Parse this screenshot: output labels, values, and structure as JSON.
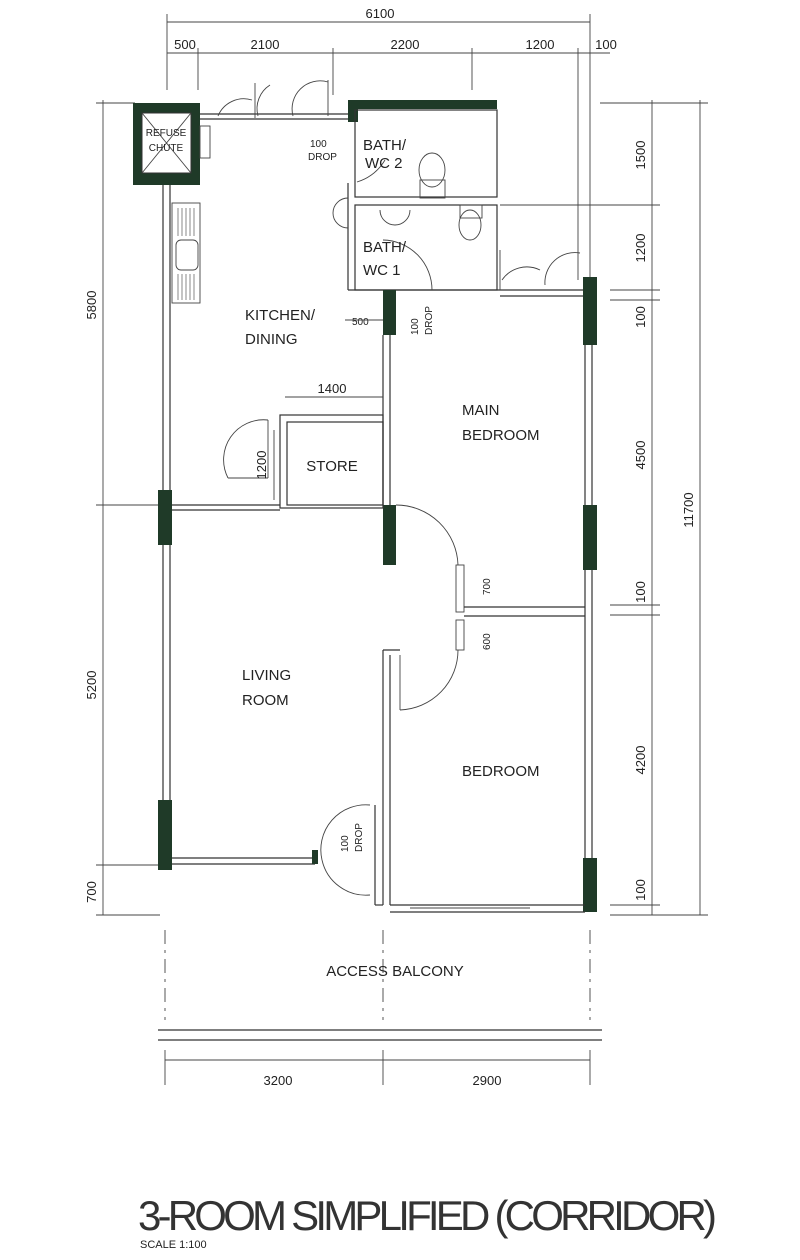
{
  "title": "3-ROOM SIMPLIFIED (CORRIDOR)",
  "scale": "SCALE   1:100",
  "colors": {
    "wall": "#1f3a28",
    "line": "#333333"
  },
  "rooms": {
    "refuse_1": "REFUSE",
    "refuse_2": "CHUTE",
    "bath2_1": "BATH/",
    "bath2_2": "WC  2",
    "bath1_1": "BATH/",
    "bath1_2": "WC  1",
    "kitchen_1": "KITCHEN/",
    "kitchen_2": "DINING",
    "store": "STORE",
    "main_bed_1": "MAIN",
    "main_bed_2": "BEDROOM",
    "living_1": "LIVING",
    "living_2": "ROOM",
    "bedroom": "BEDROOM",
    "balcony": "ACCESS BALCONY"
  },
  "notes": {
    "drop1_a": "100",
    "drop1_b": "DROP",
    "drop2_a": "100",
    "drop2_b": "DROP",
    "drop3_a": "100",
    "drop3_b": "DROP",
    "kitchen_500": "500",
    "store_w": "1400",
    "store_h": "1200",
    "door_700": "700",
    "door_600": "600"
  },
  "dims": {
    "top_total": "6100",
    "top": [
      "500",
      "2100",
      "2200",
      "1200",
      "100"
    ],
    "left": [
      "5800",
      "5200",
      "700"
    ],
    "right": [
      "1500",
      "1200",
      "100",
      "4500",
      "100",
      "4200",
      "100"
    ],
    "right_total": "11700",
    "bottom": [
      "3200",
      "2900"
    ]
  }
}
